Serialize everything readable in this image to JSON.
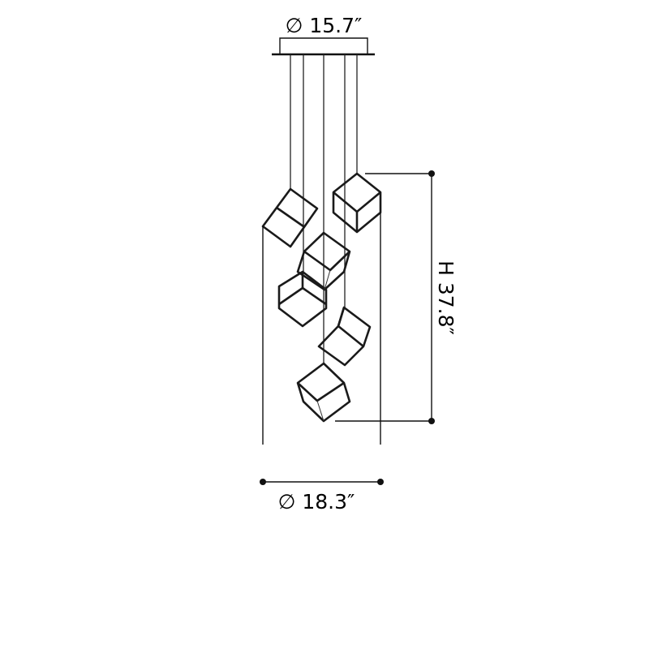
{
  "diagram": {
    "canopy_diameter": "∅ 15.7″",
    "height": "H 37.8″",
    "overall_diameter": "∅ 18.3″",
    "line_color": "#1a1a1a"
  }
}
